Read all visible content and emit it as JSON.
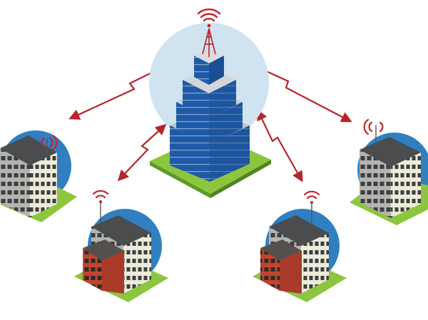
{
  "diagram": {
    "hub": {
      "tower_color": "#1e5aa8",
      "halo_color": "#cfe3f0"
    },
    "nodes": [
      {
        "id": "west",
        "style": "grey-office"
      },
      {
        "id": "south-west",
        "style": "brick-apartment"
      },
      {
        "id": "south-east",
        "style": "brick-apartment"
      },
      {
        "id": "east",
        "style": "grey-office"
      }
    ],
    "links": [
      {
        "from": "hub",
        "to": "west",
        "style": "lightning-double-arrow"
      },
      {
        "from": "hub",
        "to": "south-west",
        "style": "lightning-double-arrow"
      },
      {
        "from": "hub",
        "to": "south-east",
        "style": "lightning-double-arrow"
      },
      {
        "from": "hub",
        "to": "east",
        "style": "lightning-double-arrow"
      }
    ],
    "colors": {
      "link": "#b8242c",
      "signal": "#c0262d",
      "ground": "#8cc63f",
      "node_halo": "#2f7fc1",
      "facade_grey": "#a9aaa6",
      "brick": "#c1442e",
      "window": "#1e5aa8"
    },
    "icons": [
      "wifi-signal-icon",
      "antenna-mast-icon"
    ]
  }
}
